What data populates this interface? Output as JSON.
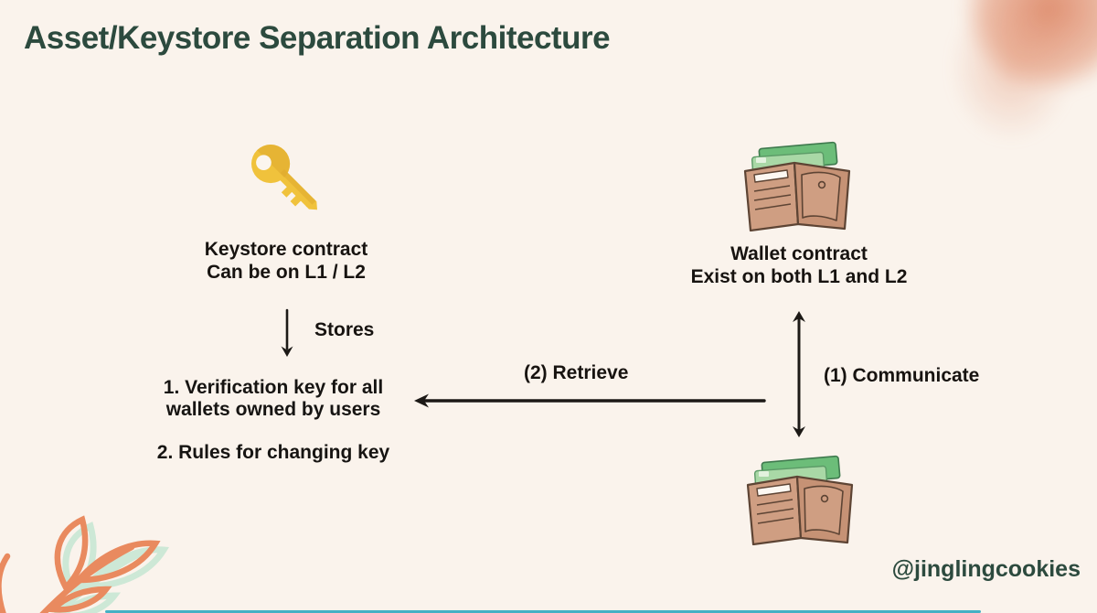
{
  "page": {
    "title": "Asset/Keystore Separation Architecture",
    "handle": "@jinglingcookies"
  },
  "colors": {
    "background": "#faf3ec",
    "title_green": "#2c4a3e",
    "ink_black": "#171310",
    "key_gold": "#f0c23c",
    "key_gold_shade": "#dfa92e",
    "wallet_tan": "#cf9e82",
    "wallet_tan_dark": "#c69275",
    "wallet_outline": "#5d4434",
    "bill_green": "#6cbd79",
    "bill_green_light": "#a9d8a6",
    "decor_coral": "#e98a5f",
    "decor_mint": "#cde8d6",
    "decor_teal": "#45b0c4"
  },
  "keystore_node": {
    "icon": "key",
    "title": "Keystore contract",
    "subtitle": "Can be on L1 / L2"
  },
  "wallet_node": {
    "icon": "wallet",
    "title": "Wallet contract",
    "subtitle": "Exist on both L1 and L2"
  },
  "edges": {
    "stores": "Stores",
    "retrieve": "(2) Retrieve",
    "communicate": "(1) Communicate"
  },
  "stored_items": [
    "1. Verification key for all wallets owned by users",
    "2. Rules for changing key"
  ]
}
